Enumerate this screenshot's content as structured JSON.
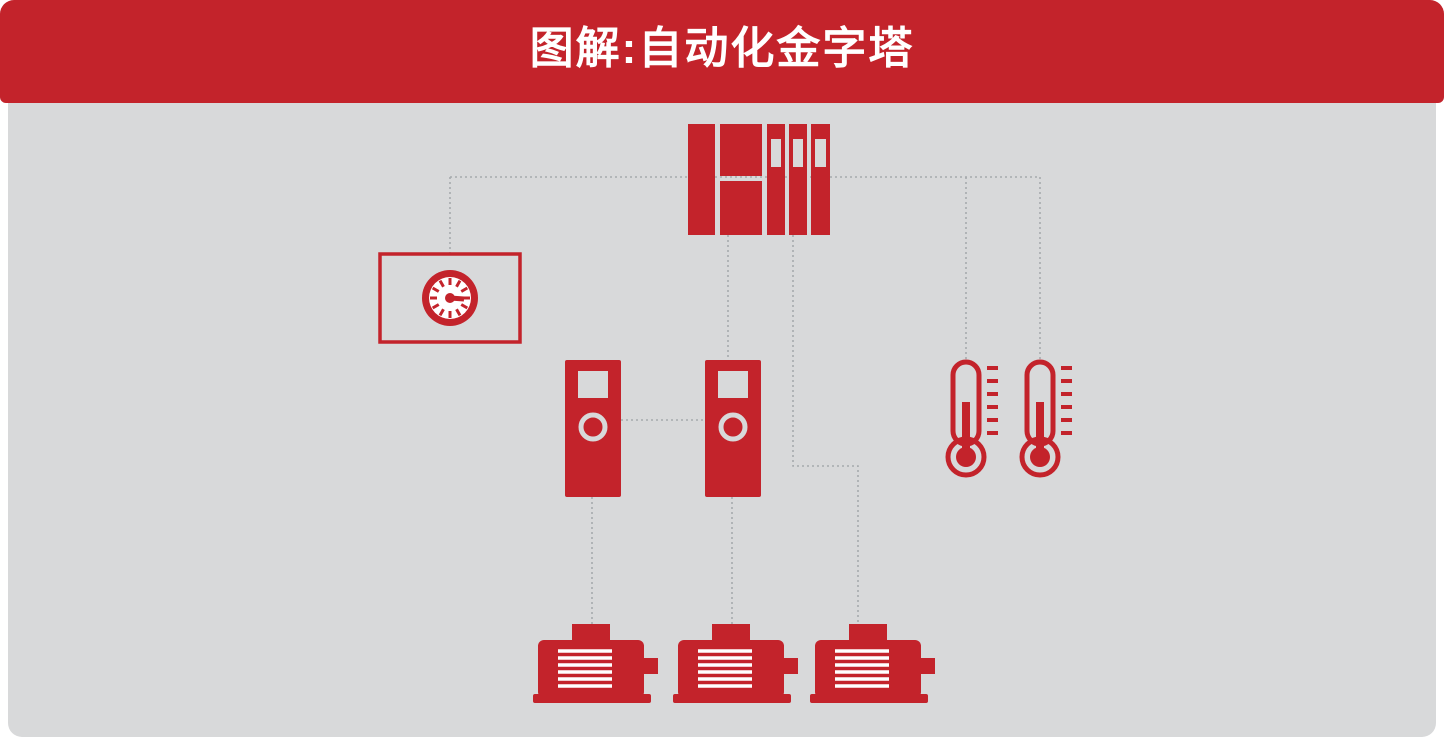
{
  "header": {
    "title": "图解:自动化金字塔"
  },
  "colors": {
    "accent_red": "#c3232b",
    "panel_gray": "#d8d9da",
    "line_gray": "#a6aaad",
    "white": "#ffffff"
  },
  "diagram": {
    "connector_style": "dotted",
    "nodes": [
      {
        "id": "plc",
        "name": "plc-controller-icon"
      },
      {
        "id": "hmi",
        "name": "hmi-panel-gauge-icon"
      },
      {
        "id": "drive1",
        "name": "vfd-drive-icon"
      },
      {
        "id": "drive2",
        "name": "vfd-drive-icon"
      },
      {
        "id": "thermo1",
        "name": "thermometer-icon"
      },
      {
        "id": "thermo2",
        "name": "thermometer-icon"
      },
      {
        "id": "motor1",
        "name": "motor-icon"
      },
      {
        "id": "motor2",
        "name": "motor-icon"
      },
      {
        "id": "motor3",
        "name": "motor-icon"
      }
    ]
  }
}
